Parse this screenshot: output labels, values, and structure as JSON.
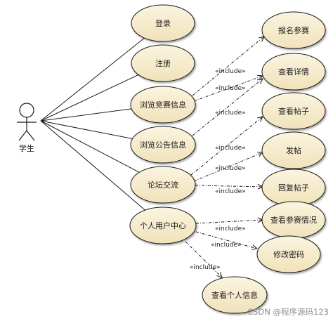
{
  "actor": {
    "label": "学生"
  },
  "left_use_cases": [
    {
      "id": "login",
      "label": "登录"
    },
    {
      "id": "register",
      "label": "注册"
    },
    {
      "id": "browse-competition",
      "label": "浏览竞赛信息"
    },
    {
      "id": "browse-notice",
      "label": "浏览公告信息"
    },
    {
      "id": "forum",
      "label": "论坛交流"
    },
    {
      "id": "personal-center",
      "label": "个人用户中心"
    }
  ],
  "right_use_cases": [
    {
      "id": "signup",
      "label": "报名参赛"
    },
    {
      "id": "view-detail",
      "label": "查看详情"
    },
    {
      "id": "view-post",
      "label": "查看帖子"
    },
    {
      "id": "publish-post",
      "label": "发帖"
    },
    {
      "id": "reply-post",
      "label": "回复帖子"
    },
    {
      "id": "view-entry-status",
      "label": "查看参赛情况"
    },
    {
      "id": "change-password",
      "label": "修改密码"
    },
    {
      "id": "view-personal-info",
      "label": "查看个人信息"
    }
  ],
  "relations": [
    {
      "from": "browse-competition",
      "to": "signup",
      "label": "«include»"
    },
    {
      "from": "browse-competition",
      "to": "view-detail",
      "label": "«include»"
    },
    {
      "from": "browse-notice",
      "to": "view-detail",
      "label": "«include»"
    },
    {
      "from": "forum",
      "to": "view-post",
      "label": "«include»"
    },
    {
      "from": "forum",
      "to": "publish-post",
      "label": "«include»"
    },
    {
      "from": "forum",
      "to": "reply-post",
      "label": "«include»"
    },
    {
      "from": "personal-center",
      "to": "view-entry-status",
      "label": "«include»"
    },
    {
      "from": "personal-center",
      "to": "change-password",
      "label": "«include»"
    },
    {
      "from": "personal-center",
      "to": "view-personal-info",
      "label": "«include»"
    }
  ],
  "watermark": "CSDN @程序源码123",
  "colors": {
    "ellipse_fill": "#f5ebcd",
    "ellipse_stroke": "#1a1a1a",
    "line": "#1a1a1a",
    "text": "#1a1a1a",
    "watermark": "#8f8f8f"
  }
}
